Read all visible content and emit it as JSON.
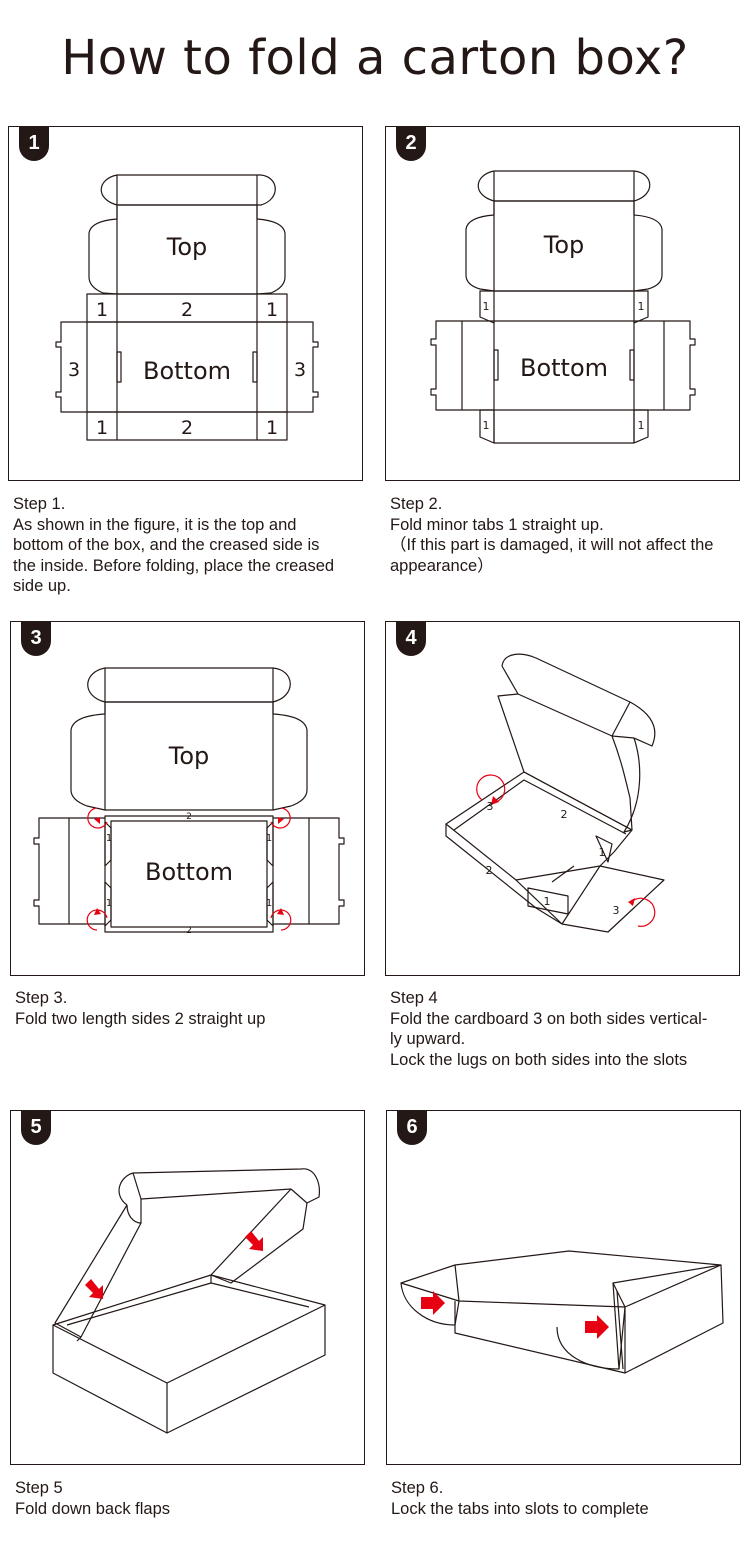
{
  "title": "How to fold a carton box?",
  "colors": {
    "ink": "#231815",
    "arrow": "#e60012",
    "background": "#ffffff"
  },
  "steps": [
    {
      "number": "1",
      "diagram": {
        "top": "Top",
        "bottom": "Bottom",
        "minor_tab": "1",
        "length_side": "2",
        "end_side": "3"
      },
      "caption": [
        "Step 1.",
        "As shown in the figure, it is the top and",
        "bottom of the box, and the creased side is",
        "the inside. Before folding, place the creased",
        "side up."
      ]
    },
    {
      "number": "2",
      "diagram": {
        "top": "Top",
        "bottom": "Bottom",
        "minor_tab": "1"
      },
      "caption": [
        "Step 2.",
        "Fold minor tabs 1 straight up.",
        "（If this part is damaged, it will not affect the",
        "appearance）"
      ]
    },
    {
      "number": "3",
      "diagram": {
        "top": "Top",
        "bottom": "Bottom",
        "minor_tab": "1",
        "length_side": "2"
      },
      "caption": [
        "Step 3.",
        "Fold two length sides 2 straight up"
      ]
    },
    {
      "number": "4",
      "diagram": {
        "minor_tab": "1",
        "length_side": "2",
        "end_side": "3"
      },
      "caption": [
        "Step 4",
        "Fold the cardboard 3 on both sides vertical-",
        "ly upward.",
        "Lock the lugs on both sides into the slots"
      ]
    },
    {
      "number": "5",
      "caption": [
        "Step 5",
        "Fold down back flaps"
      ]
    },
    {
      "number": "6",
      "caption": [
        "Step 6.",
        "Lock the tabs into slots to complete"
      ]
    }
  ]
}
